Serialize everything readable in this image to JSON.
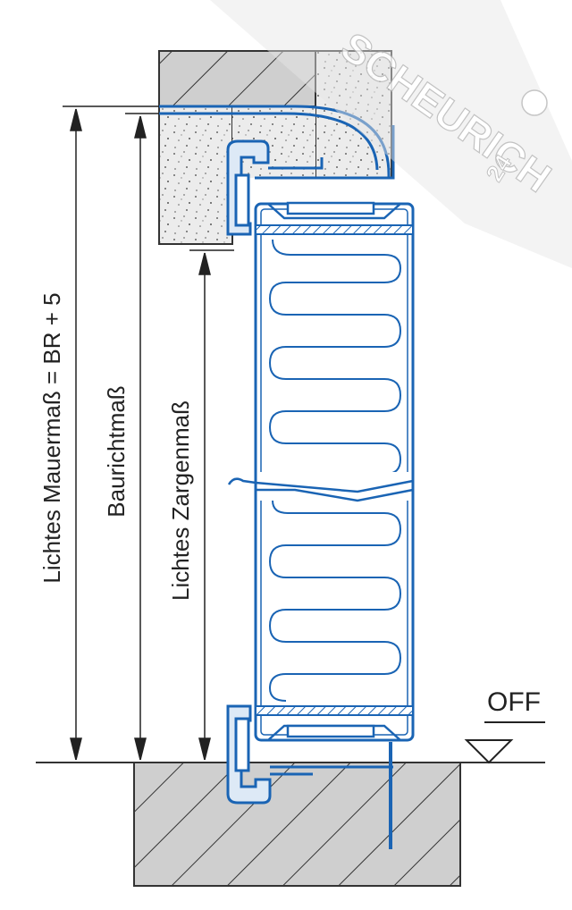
{
  "labels": {
    "lichtes_mauermass": "Lichtes Mauermaß = BR + 5",
    "baurichtmass": "Baurichtmaß",
    "lichtes_zargenmass": "Lichtes Zargenmaß",
    "off": "OFF"
  },
  "watermark": {
    "brand": "SCHEURICH",
    "number": "24"
  },
  "colors": {
    "frame_blue": "#1a64b4",
    "frame_fill": "#dde9f6",
    "concrete": "#cfcfcf",
    "hatch": "#333333",
    "insulation": "#ececec",
    "dimension_line": "#222222"
  }
}
